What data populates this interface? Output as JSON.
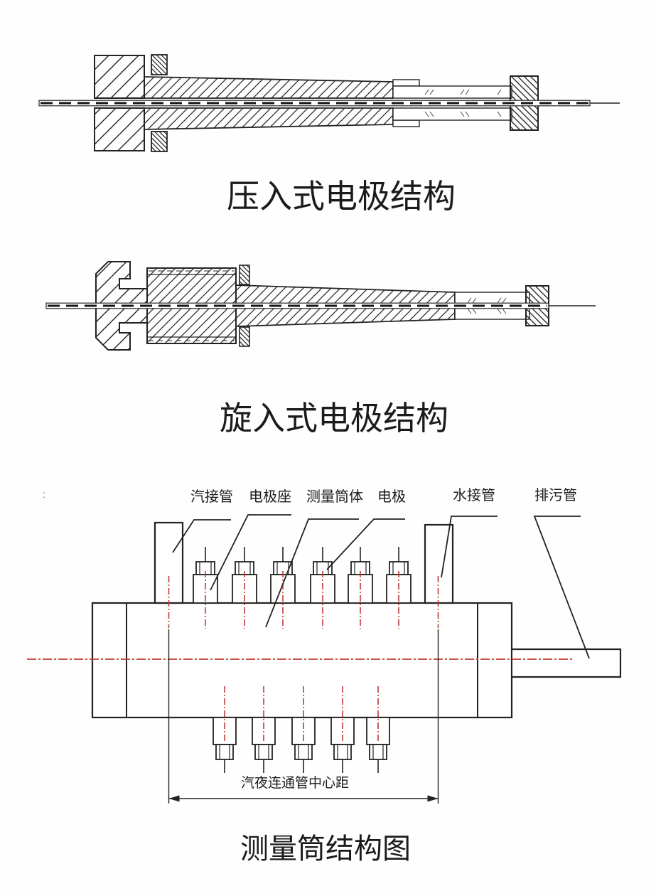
{
  "page": {
    "background": "#ffffff"
  },
  "colors": {
    "line": "#222222",
    "centerline_red": "#c03a35"
  },
  "figure1": {
    "caption": "压入式电极结构"
  },
  "figure2": {
    "caption": "旋入式电极结构"
  },
  "figure3": {
    "title": "测量筒结构图",
    "labels": [
      "汽接管",
      "电极座",
      "测量筒体",
      "电极",
      "水接管",
      "排污管"
    ],
    "dimension_label": "汽夜连通管中心距",
    "stray_mark": ":",
    "electrode_count": 6,
    "nozzle_count": 5
  }
}
